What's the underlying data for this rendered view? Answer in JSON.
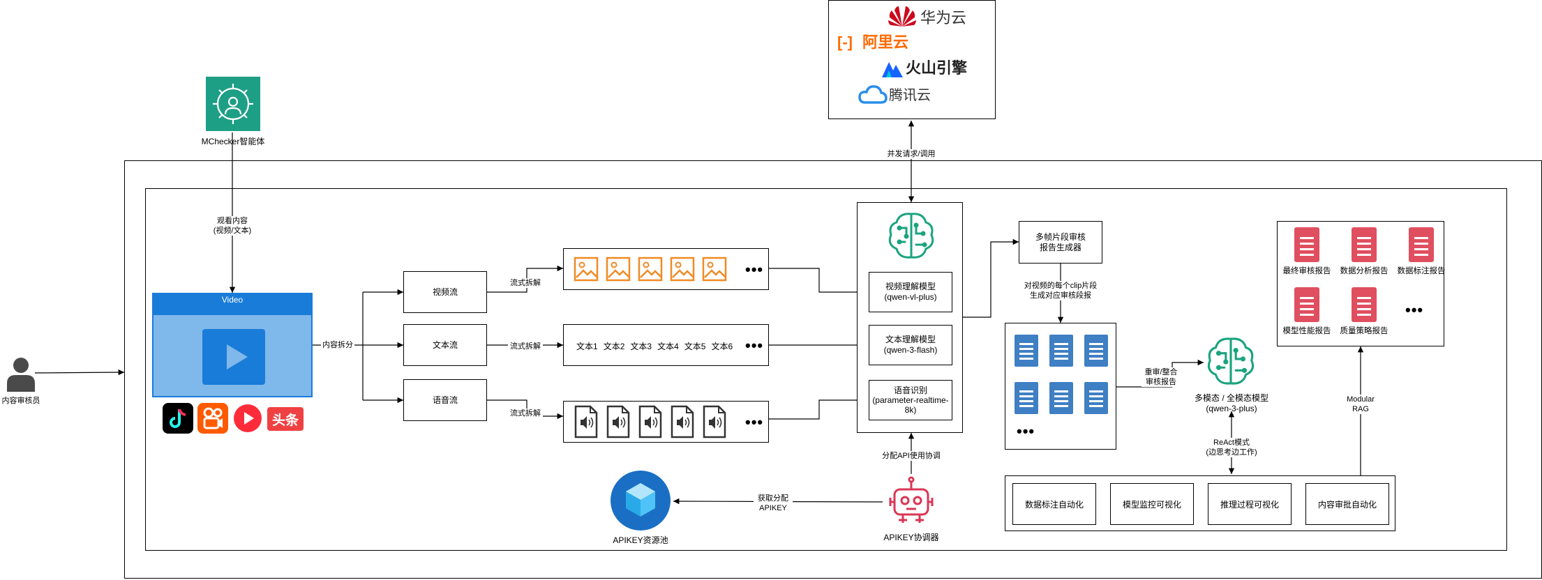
{
  "actors": {
    "reviewer": "内容审核员",
    "agent": "MChecker智能体",
    "watch": "观看内容\n(视频/文本)"
  },
  "video": {
    "title": "Video"
  },
  "split_label": "内容拆分",
  "streams": {
    "video": "视频流",
    "text": "文本流",
    "audio": "语音流",
    "split": "流式拆解"
  },
  "text_items": [
    "文本1",
    "文本2",
    "文本3",
    "文本4",
    "文本5",
    "文本6"
  ],
  "models": {
    "vl": "视频理解模型\n(qwen-vl-plus)",
    "text": "文本理解模型\n(qwen-3-flash)",
    "asr": "语音识别\n(parameter-realtime-\n8k)"
  },
  "cloud": {
    "providers": [
      "华为云",
      "阿里云",
      "火山引擎",
      "腾讯云"
    ],
    "request": "并发请求/调用"
  },
  "apikey": {
    "alloc_use": "分配API使用协调",
    "coordinator": "APIKEY协调器",
    "fetch": "获取分配\nAPIKEY",
    "pool": "APIKEY资源池"
  },
  "report_gen": {
    "title": "多帧片段审核\n报告生成器",
    "note": "对视频的每个clip片段\n生成对应审核段报"
  },
  "multimodal": {
    "label": "多模态 / 全模态模型\n(qwen-3-plus)",
    "review": "重审/整合\n审核报告",
    "react": "ReAct模式\n(边思考边工作)"
  },
  "tools": [
    "数据标注自动化",
    "模型监控可视化",
    "推理过程可视化",
    "内容审批自动化"
  ],
  "rag": "Modular\nRAG",
  "reports": [
    "最终审核报告",
    "数据分析报告",
    "数据标注报告",
    "模型性能报告",
    "质量策略报告"
  ],
  "platforms": [
    "抖音",
    "快手",
    "快手极速",
    "头条"
  ],
  "ellipsis": "•••",
  "colors": {
    "video_blue": "#1a7cd9",
    "video_light": "#7fb8ea",
    "model_green": "#1aa37f",
    "coord_red": "#d93654",
    "huawei_red": "#cc0a1e",
    "aliyun_orange": "#ff6a00",
    "image_orange": "#f08a24",
    "agent_teal": "#1d9f86",
    "doc_blue": "#3f7fc3",
    "report_red": "#e04f5f"
  }
}
